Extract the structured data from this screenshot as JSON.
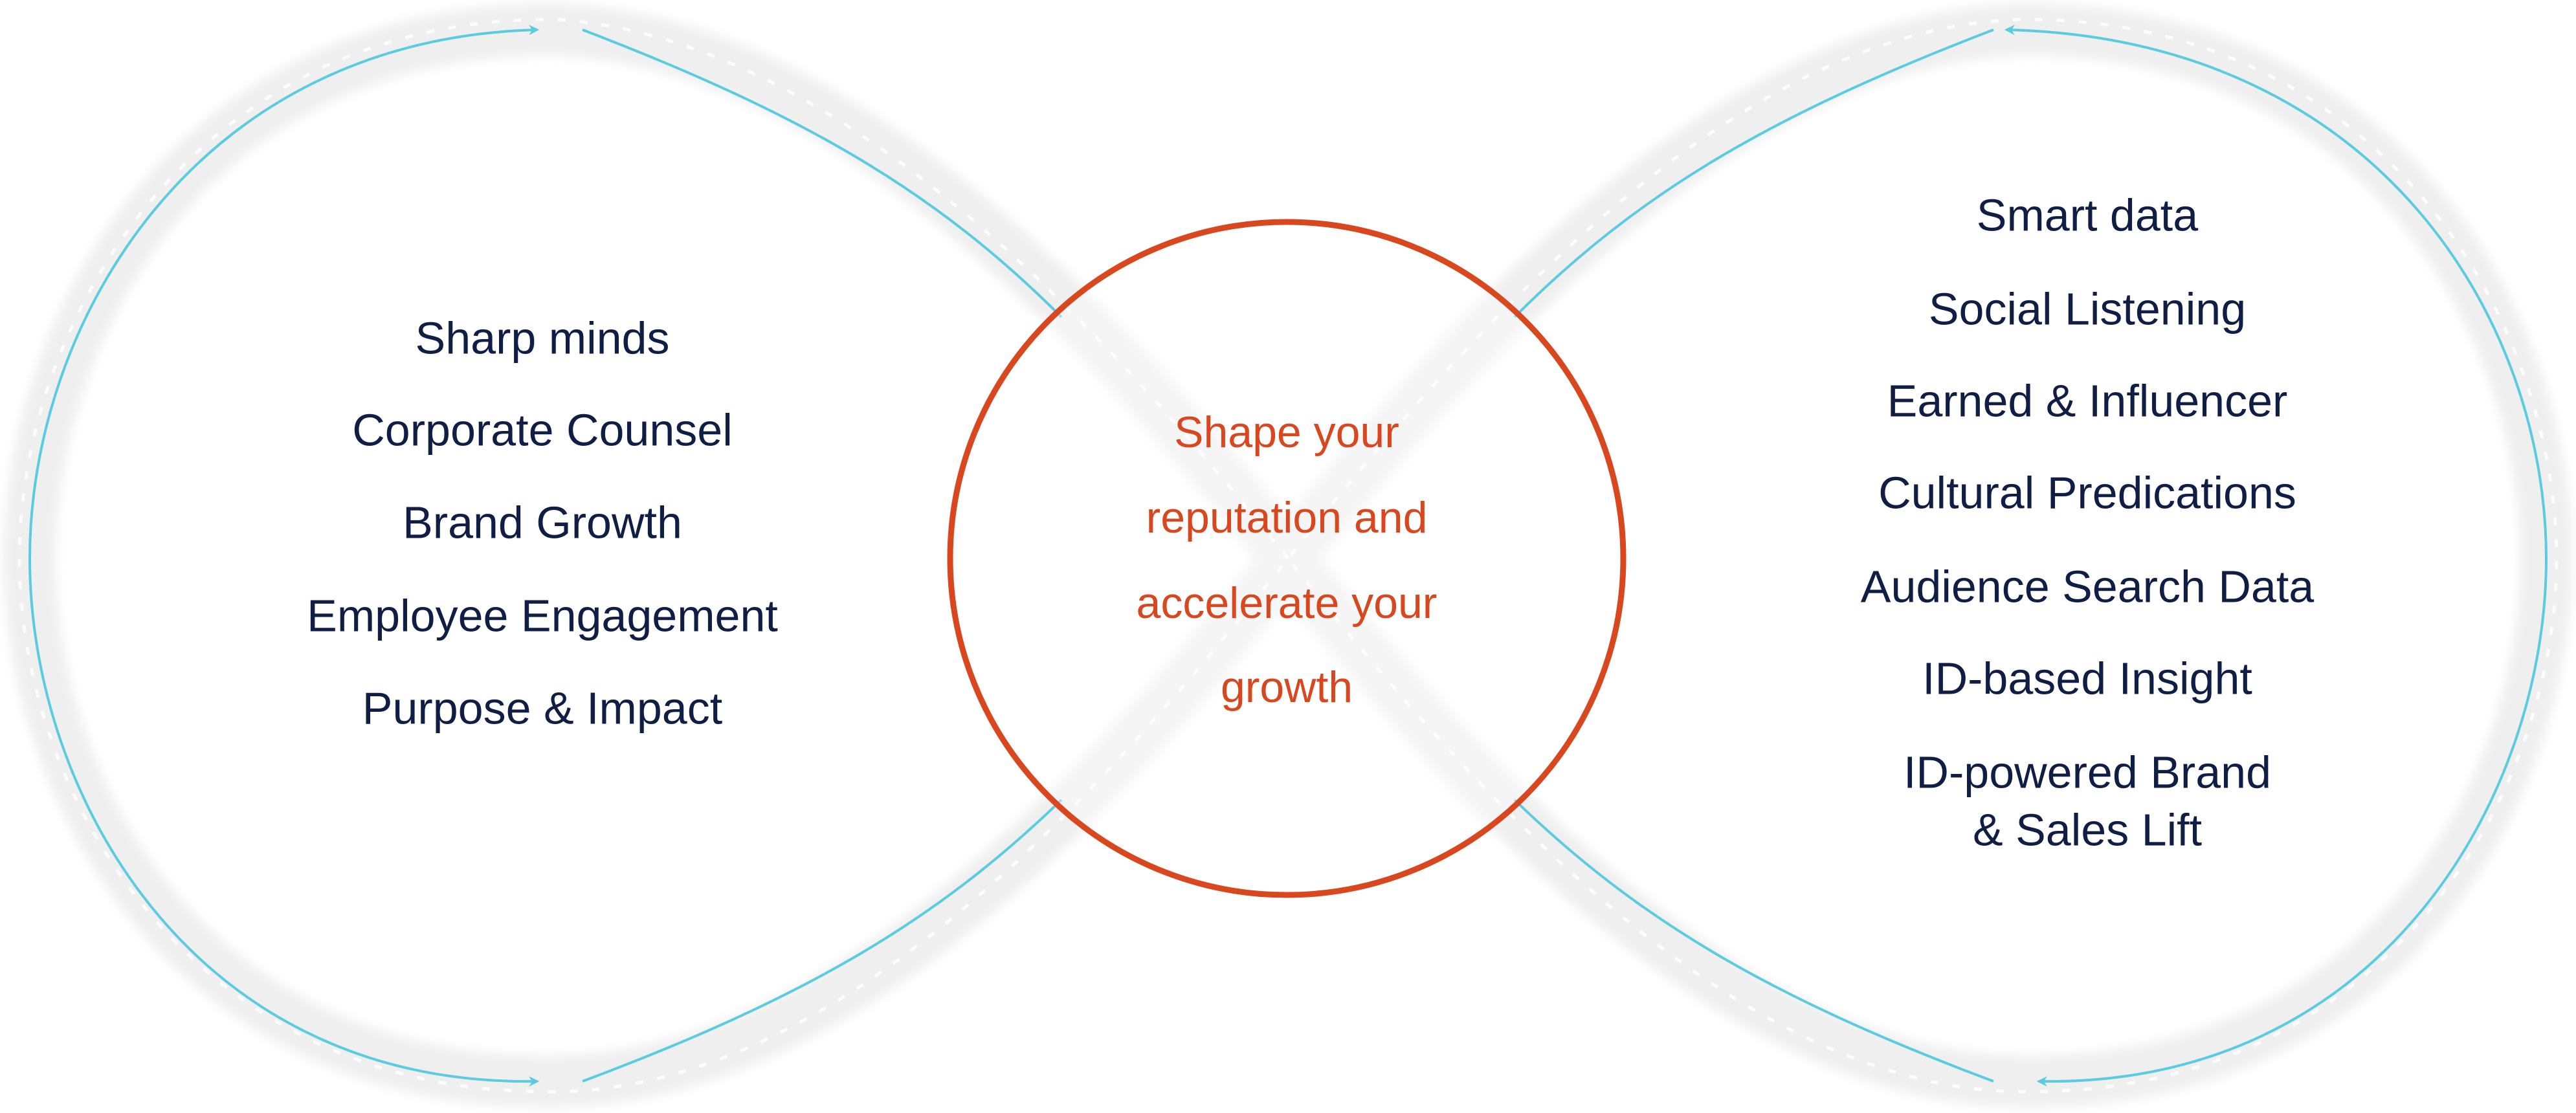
{
  "left_list": [
    "Sharp minds",
    "Corporate Counsel",
    "Brand Growth",
    "Employee Engagement",
    "Purpose & Impact"
  ],
  "center_text": [
    "Shape your",
    "reputation and",
    "accelerate your",
    "growth"
  ],
  "right_list": [
    "Smart data",
    "Social Listening",
    "Earned & Influencer",
    "Cultural Predications",
    "Audience Search Data",
    "ID-based Insight",
    "ID-powered Brand",
    "& Sales Lift"
  ],
  "colors": {
    "accent": "#d9471f",
    "text": "#101d44",
    "loop": "#5bcbe0",
    "band": "#efefef"
  }
}
